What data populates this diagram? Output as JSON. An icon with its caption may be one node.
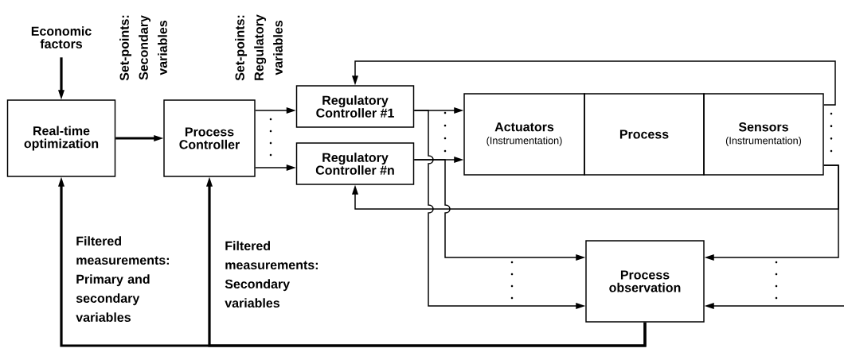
{
  "diagram": {
    "nodes": [
      {
        "text": [
          "Economic factors"
        ]
      },
      {
        "text": [
          "Real-time optimization"
        ]
      },
      {
        "text": [
          "Process Controller"
        ]
      },
      {
        "text": [
          "Regulatory Controller #1"
        ]
      },
      {
        "text": [
          "Regulatory Controller #n"
        ]
      },
      {
        "text": [
          "Actuators",
          "(Instrumentation)"
        ]
      },
      {
        "text": [
          "Process"
        ]
      },
      {
        "text": [
          "Sensors",
          "(Instrumentation)"
        ]
      },
      {
        "text": [
          "Process observation"
        ]
      }
    ],
    "edges": [
      {
        "from": 0,
        "to": 1,
        "arrow": "to",
        "style": "thick"
      },
      {
        "from": 1,
        "to": 2,
        "arrow": "to",
        "style": "thick"
      },
      {
        "from": 2,
        "to": 3,
        "arrow": "to"
      },
      {
        "from": 2,
        "to": 4,
        "arrow": "to"
      },
      {
        "from": 3,
        "to": 5,
        "arrow": "to"
      },
      {
        "from": 4,
        "to": 5,
        "arrow": "to"
      },
      {
        "from": 7,
        "to": 3,
        "arrow": "to"
      },
      {
        "from": 7,
        "to": 4,
        "arrow": "to"
      },
      {
        "from": 3,
        "to": 8,
        "arrow": "to"
      },
      {
        "from": 4,
        "to": 8,
        "arrow": "to"
      },
      {
        "from": 7,
        "to": 8,
        "arrow": "to"
      },
      {
        "from": null,
        "to": 8,
        "arrow": "to"
      },
      {
        "from": 8,
        "to": 1,
        "arrow": "to",
        "style": "thick"
      },
      {
        "from": 8,
        "to": 2,
        "arrow": "to",
        "style": "thick"
      }
    ],
    "labels": [
      "Set-points: Secondary variables",
      "Set-points: Regulatory variables",
      "Filtered measurements: Primary and secondary variables",
      "Filtered measurements: Secondary variables"
    ]
  }
}
